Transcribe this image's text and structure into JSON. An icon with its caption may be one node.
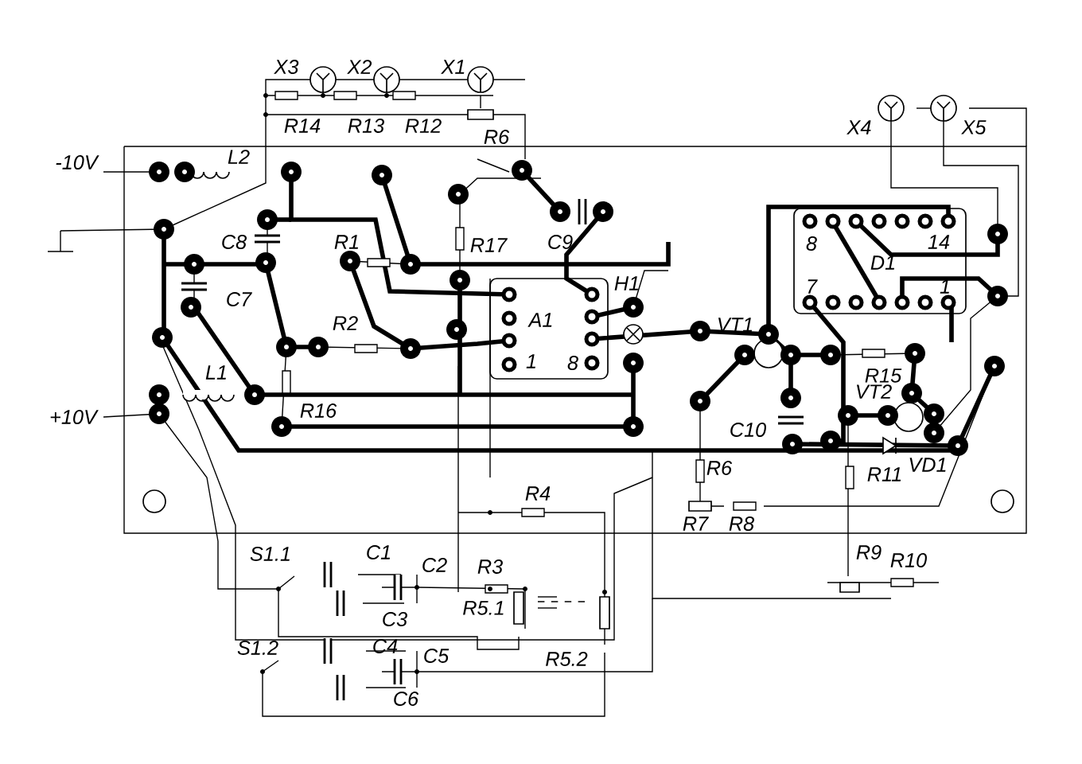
{
  "diagram": {
    "labels": [
      "X3",
      "X2",
      "X1",
      "R14",
      "R13",
      "R12",
      "R6",
      "-10V",
      "L2",
      "X4",
      "X5",
      "C8",
      "R1",
      "R17",
      "C9",
      "H1",
      "8",
      "14",
      "D1",
      "7",
      "1",
      "A1",
      "1",
      "8",
      "C7",
      "R2",
      "VT1",
      "L1",
      "R15",
      "VT2",
      "R16",
      "+10V",
      "C10",
      "R6",
      "R11",
      "VD1",
      "R7",
      "R8",
      "R4",
      "R9",
      "R10",
      "S1.1",
      "C1",
      "C2",
      "R3",
      "C3",
      "R5.1",
      "R5.2",
      "S1.2",
      "C4",
      "C5",
      "C6"
    ]
  }
}
